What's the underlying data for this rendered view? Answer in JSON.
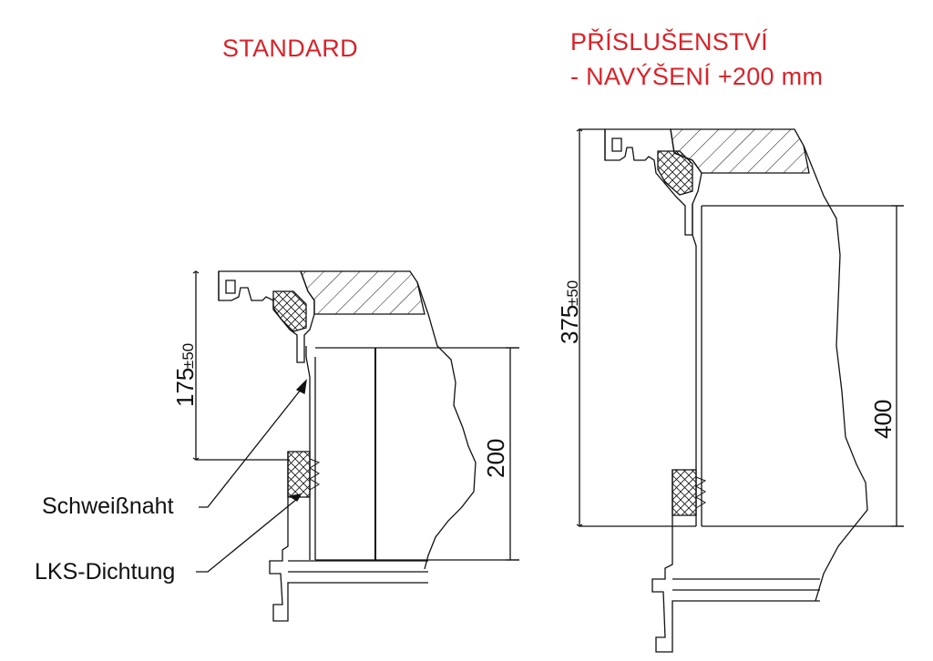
{
  "titles": {
    "standard": "STANDARD",
    "accessory_line1": "PŘÍSLUŠENSTVÍ",
    "accessory_line2": "- NAVÝŠENÍ +200 mm"
  },
  "labels": {
    "weld": "Schweißnaht",
    "seal": "LKS-Dichtung"
  },
  "dimensions": {
    "standard_height_main": "175",
    "standard_height_tol": "±50",
    "standard_width": "200",
    "extension_height_main": "375",
    "extension_height_tol": "±50",
    "extension_width": "400"
  },
  "colors": {
    "title": "#d8232a",
    "lines": "#111111"
  }
}
